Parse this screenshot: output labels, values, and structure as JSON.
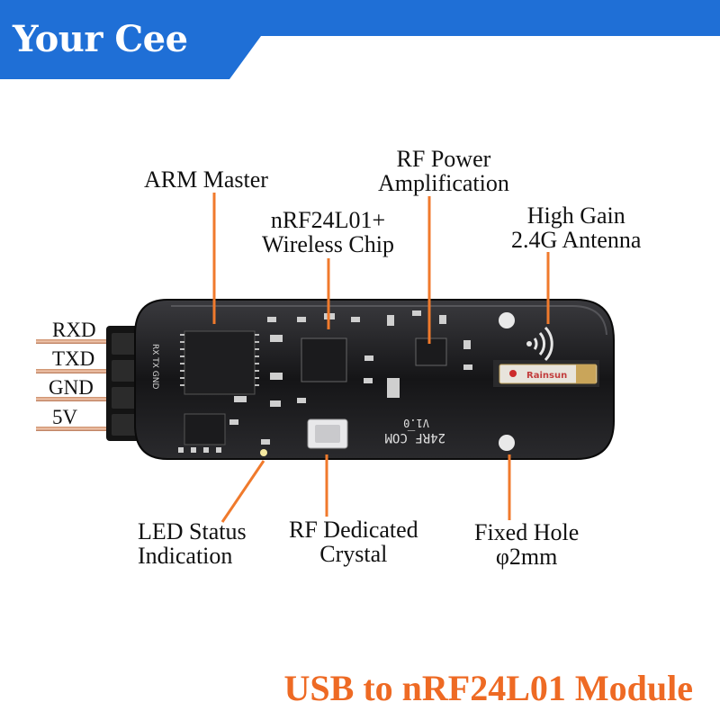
{
  "brand": {
    "name": "Your Cee",
    "banner_color": "#1f6fd6"
  },
  "pins": [
    "RXD",
    "TXD",
    "GND",
    "5V"
  ],
  "callouts": {
    "arm_master": "ARM Master",
    "rf_power": {
      "line1": "RF Power",
      "line2": "Amplification"
    },
    "wireless_chip": {
      "line1": "nRF24L01+",
      "line2": "Wireless Chip"
    },
    "antenna": {
      "line1": "High Gain",
      "line2": "2.4G Antenna"
    },
    "led_status": {
      "line1": "LED Status",
      "line2": "Indication"
    },
    "crystal": {
      "line1": "RF Dedicated",
      "line2": "Crystal"
    },
    "fixed_hole": {
      "line1": "Fixed Hole",
      "line2": "φ2mm"
    }
  },
  "board_print": {
    "model": "24RF_COM",
    "version": "V1.0",
    "antenna_brand": "Rainsun",
    "pin_silk": "RX TX GND"
  },
  "footer": {
    "title": "USB to nRF24L01 Module",
    "color": "#ee6a24"
  },
  "leader_color": "#f07a2c"
}
